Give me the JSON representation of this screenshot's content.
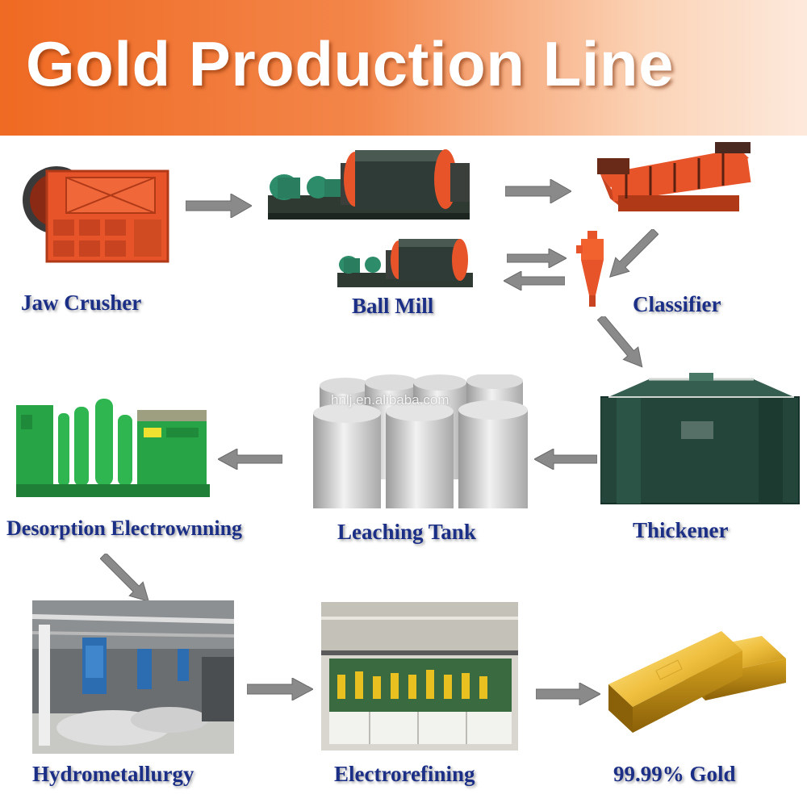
{
  "header": {
    "title": "Gold Production Line"
  },
  "watermark": "hnlj.en.alibaba.com",
  "steps": {
    "jaw_crusher": "Jaw Crusher",
    "ball_mill": "Ball Mill",
    "classifier": "Classifier",
    "thickener": "Thickener",
    "leaching_tank": "Leaching Tank",
    "desorption": "Desorption Electrownning",
    "hydrometallurgy": "Hydrometallurgy",
    "electrorefining": "Electrorefining",
    "gold": "99.99% Gold"
  },
  "colors": {
    "banner_orange": "#ef6a23",
    "label_blue": "#1c2f86",
    "arrow_gray": "#8a8a8a",
    "machine_orange": "#e8542a",
    "machine_green": "#2aa84a",
    "gold": "#d9a520"
  }
}
